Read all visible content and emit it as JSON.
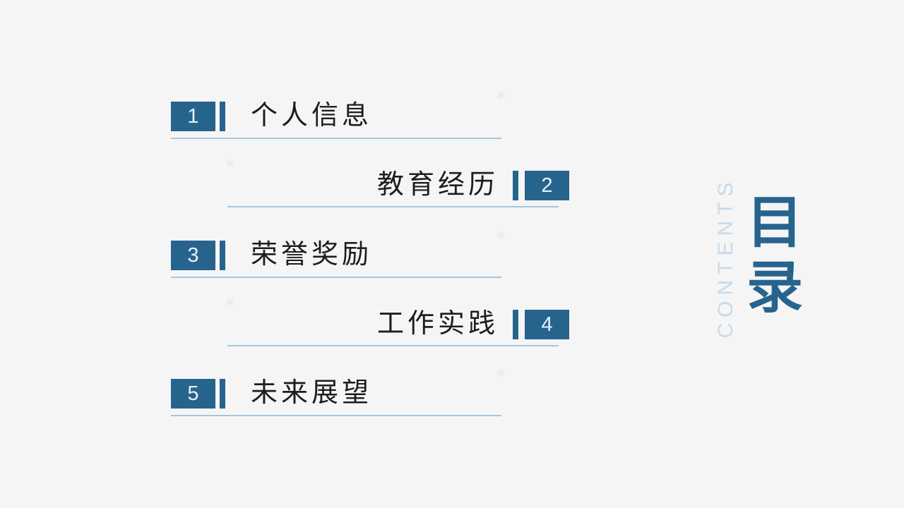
{
  "slide": {
    "background_color": "#f5f5f6",
    "accent_color": "#26648e",
    "underline_color": "#a4c8de",
    "contents_label_color": "#c7daea"
  },
  "toc": {
    "items": [
      {
        "number": "1",
        "label": "个人信息",
        "align": "left"
      },
      {
        "number": "2",
        "label": "教育经历",
        "align": "right"
      },
      {
        "number": "3",
        "label": "荣誉奖励",
        "align": "left"
      },
      {
        "number": "4",
        "label": "工作实践",
        "align": "right"
      },
      {
        "number": "5",
        "label": "未来展望",
        "align": "left"
      }
    ]
  },
  "side_panel": {
    "vertical_label": "CONTENTS",
    "title": "目录"
  }
}
